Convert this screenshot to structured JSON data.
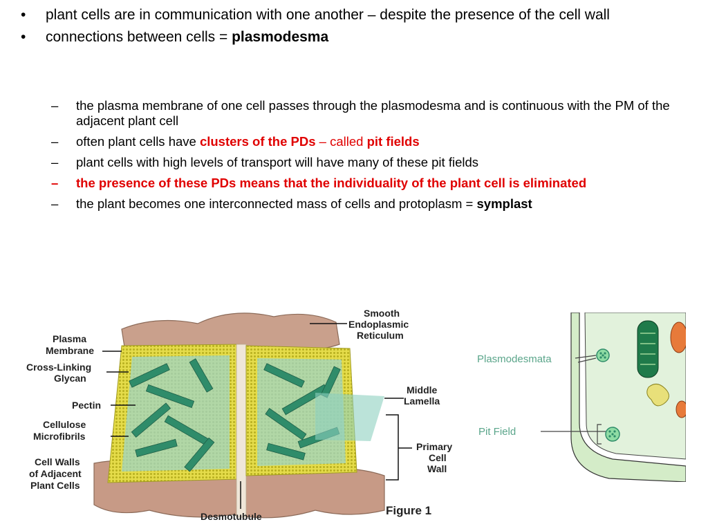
{
  "bullets": [
    {
      "marker": "•",
      "text": "plant cells are in communication with one another – despite the presence of the cell wall"
    },
    {
      "marker": "•",
      "text_pre": "connections between cells = ",
      "text_bold": "plasmodesma"
    }
  ],
  "subbullets": [
    {
      "marker": "–",
      "text": "the plasma membrane of one cell passes through the plasmodesma and is continuous with the PM of the adjacent plant cell"
    },
    {
      "marker": "–",
      "pre": "often plant cells have ",
      "red_bold1": "clusters of the PDs",
      "red_mid": " – called ",
      "red_bold2": "pit fields"
    },
    {
      "marker": "–",
      "text": "plant cells with high levels of transport will have many of these pit fields"
    },
    {
      "marker": "–",
      "text": "the presence of these PDs means that the individuality of the plant cell is eliminated"
    },
    {
      "marker": "–",
      "pre": "the plant becomes one interconnected mass of cells and protoplasm = ",
      "bold": "symplast"
    }
  ],
  "figure1": {
    "labels": {
      "plasma_membrane_1": "Plasma",
      "plasma_membrane_2": "Membrane",
      "glycan_1": "Cross-Linking",
      "glycan_2": "Glycan",
      "pectin": "Pectin",
      "cellulose_1": "Cellulose",
      "cellulose_2": "Microfibrils",
      "adjacent_1": "Cell Walls",
      "adjacent_2": "of Adjacent",
      "adjacent_3": "Plant Cells",
      "ser_1": "Smooth",
      "ser_2": "Endoplasmic",
      "ser_3": "Reticulum",
      "lamella_1": "Middle",
      "lamella_2": "Lamella",
      "primary_1": "Primary",
      "primary_2": "Cell",
      "primary_3": "Wall",
      "desmotubule": "Desmotubule",
      "caption": "Figure 1"
    }
  },
  "figure2": {
    "labels": {
      "plasmodesmata": "Plasmodesmata",
      "pit_field": "Pit Field"
    }
  },
  "colors": {
    "red": "#e00000",
    "wall_brown": "#c79a86",
    "membrane_yellow": "#d8d23a",
    "fibril_green": "#2f8c6a",
    "cell_green": "#d4ecc8",
    "label_green": "#5aa58a"
  }
}
